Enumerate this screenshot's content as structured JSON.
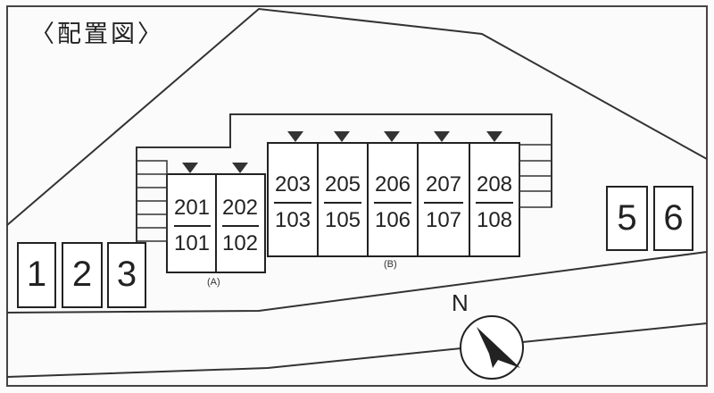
{
  "title": "〈配置図〉",
  "building_a": {
    "label": "(A)",
    "units": [
      {
        "upper": "201",
        "lower": "101"
      },
      {
        "upper": "202",
        "lower": "102"
      }
    ]
  },
  "building_b": {
    "label": "(B)",
    "units": [
      {
        "upper": "203",
        "lower": "103"
      },
      {
        "upper": "205",
        "lower": "105"
      },
      {
        "upper": "206",
        "lower": "106"
      },
      {
        "upper": "207",
        "lower": "107"
      },
      {
        "upper": "208",
        "lower": "108"
      }
    ]
  },
  "parking_left": [
    "1",
    "2",
    "3"
  ],
  "parking_right": [
    "5",
    "6"
  ],
  "compass": {
    "north_label": "N"
  }
}
